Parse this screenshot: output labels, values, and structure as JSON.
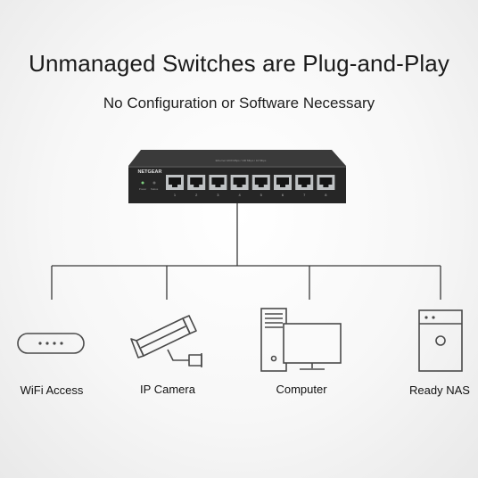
{
  "header": {
    "title": "Unmanaged Switches are Plug-and-Play",
    "subtitle": "No Configuration or Software Necessary"
  },
  "switch": {
    "brand": "NETGEAR",
    "top_text": "Ethernet 1000 Mbps / 100 Mbps / 10 Mbps",
    "port_numbers": [
      "1",
      "2",
      "3",
      "4",
      "5",
      "6",
      "7",
      "8"
    ],
    "status_labels": [
      "Power",
      "Status"
    ]
  },
  "devices": [
    {
      "label": "WiFi Access",
      "icon": "wifi-access-point-icon"
    },
    {
      "label": "IP Camera",
      "icon": "ip-camera-icon"
    },
    {
      "label": "Computer",
      "icon": "computer-icon"
    },
    {
      "label": "Ready NAS",
      "icon": "nas-icon"
    }
  ],
  "colors": {
    "switch_body": "#2b2b2b",
    "port_frame": "#bfc2c4",
    "connector_line": "#3a3a3a",
    "icon_stroke": "#4a4a4a"
  }
}
